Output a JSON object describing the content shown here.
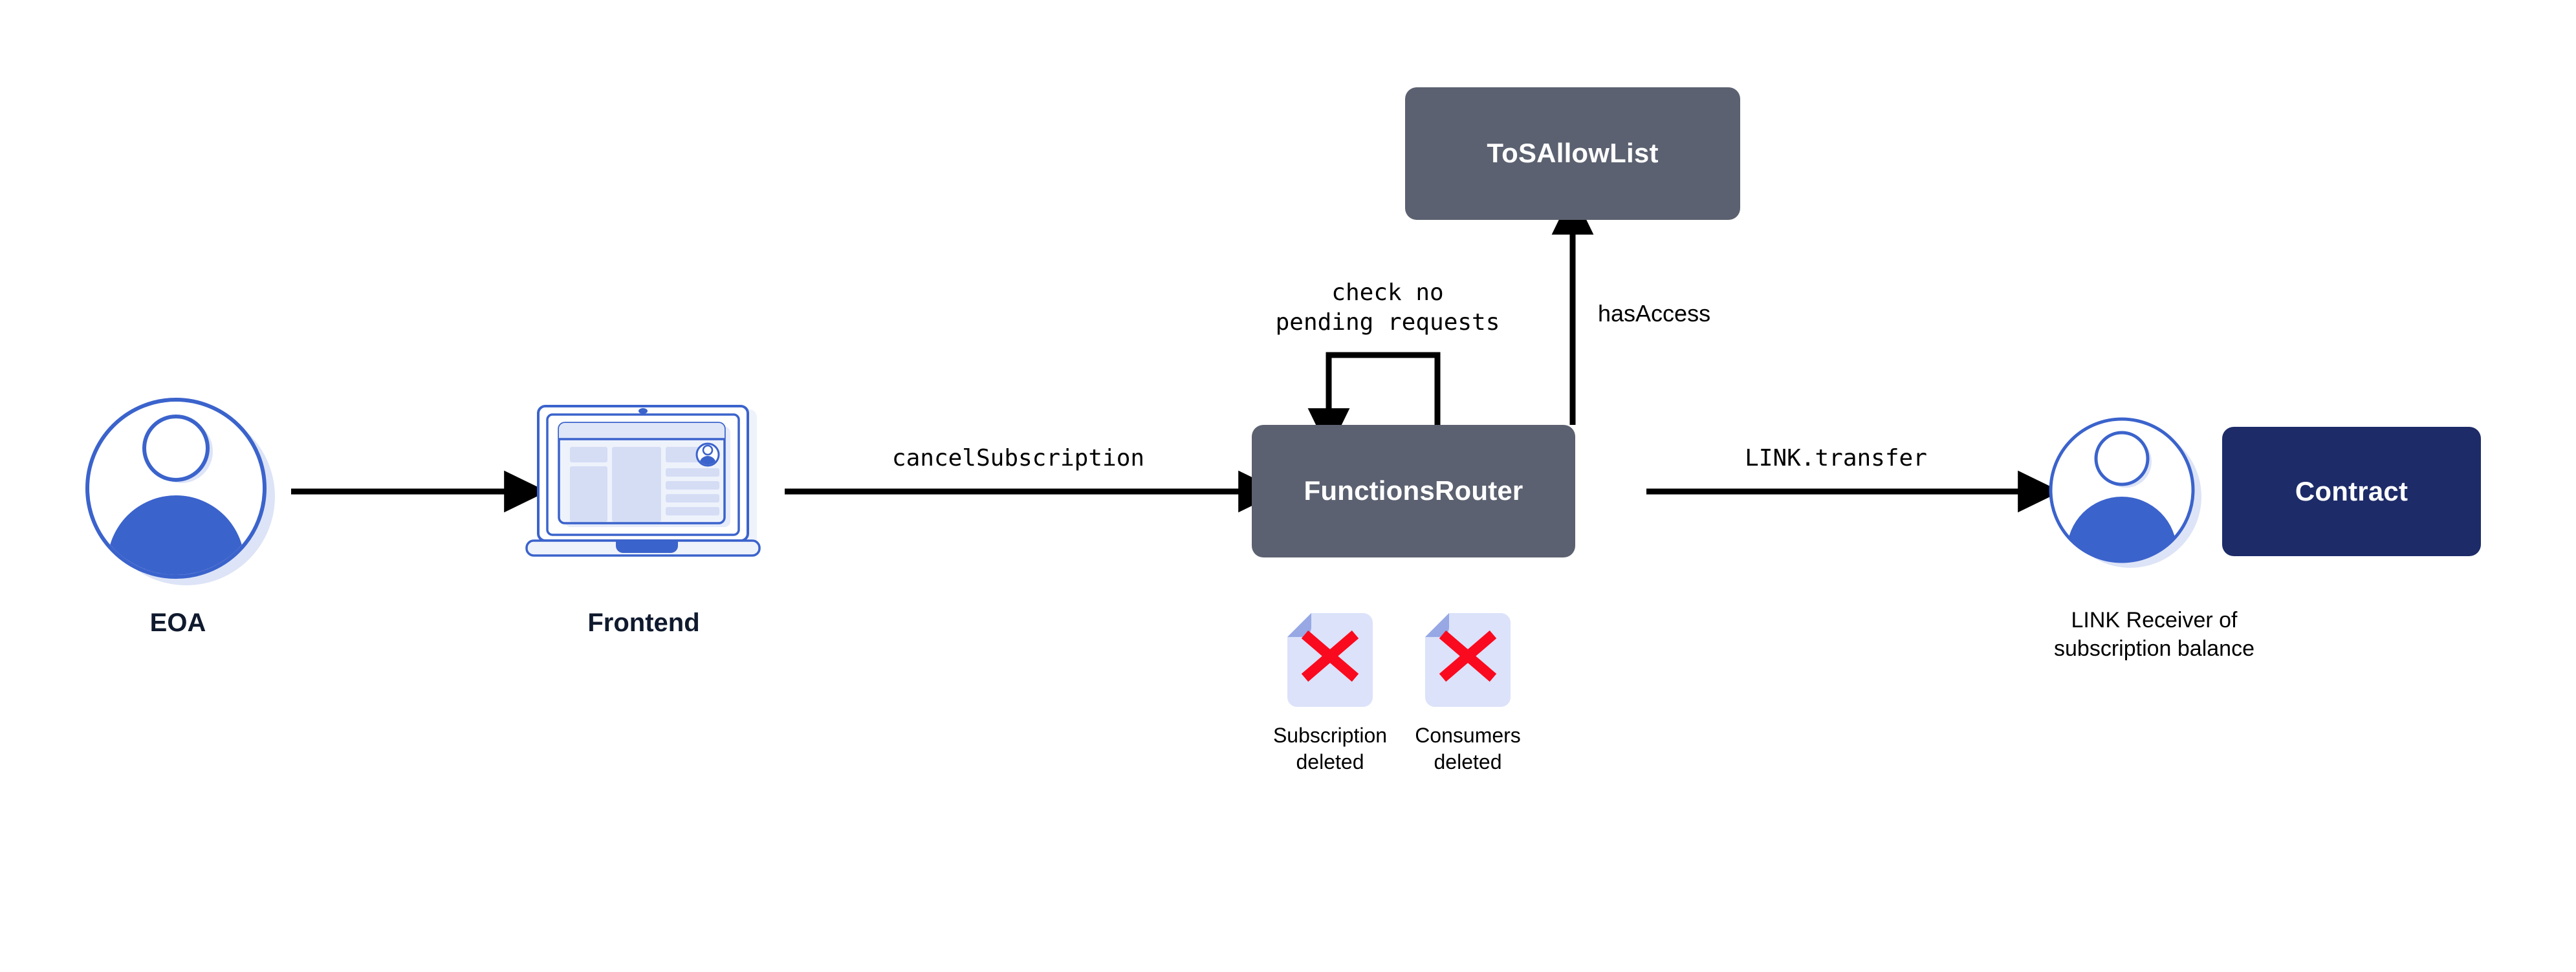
{
  "diagram": {
    "title": "Chainlink Functions cancelSubscription flow",
    "background": "#ffffff",
    "colors": {
      "slate_box": "#5b6170",
      "navy_box": "#1d2b68",
      "avatar_blue": "#3b63cc",
      "avatar_light": "#dde4f7",
      "doc_body": "#dbe2f9",
      "doc_fold": "#97a8e4",
      "x_mark_red": "#fa0a1e",
      "arrow_black": "#000000",
      "label_dark": "#101a2e"
    }
  },
  "nodes": {
    "eoa": {
      "label": "EOA",
      "icon": "user-avatar-icon"
    },
    "frontend": {
      "label": "Frontend",
      "icon": "laptop-icon"
    },
    "functions_router": {
      "label": "FunctionsRouter"
    },
    "tos_allow_list": {
      "label": "ToSAllowList"
    },
    "link_receiver": {
      "caption": "LINK Receiver of\nsubscription balance",
      "icon": "user-avatar-icon"
    },
    "contract": {
      "label": "Contract"
    }
  },
  "edges": {
    "eoa_to_frontend": {
      "label": ""
    },
    "frontend_to_router": {
      "label": "cancelSubscription"
    },
    "router_self_loop": {
      "label": "check no\npending requests"
    },
    "router_to_tos": {
      "label": "hasAccess"
    },
    "router_to_receiver": {
      "label": "LINK.transfer"
    }
  },
  "artifacts": [
    {
      "icon": "document-deleted-icon",
      "caption": "Subscription\ndeleted"
    },
    {
      "icon": "document-deleted-icon",
      "caption": "Consumers\ndeleted"
    }
  ]
}
